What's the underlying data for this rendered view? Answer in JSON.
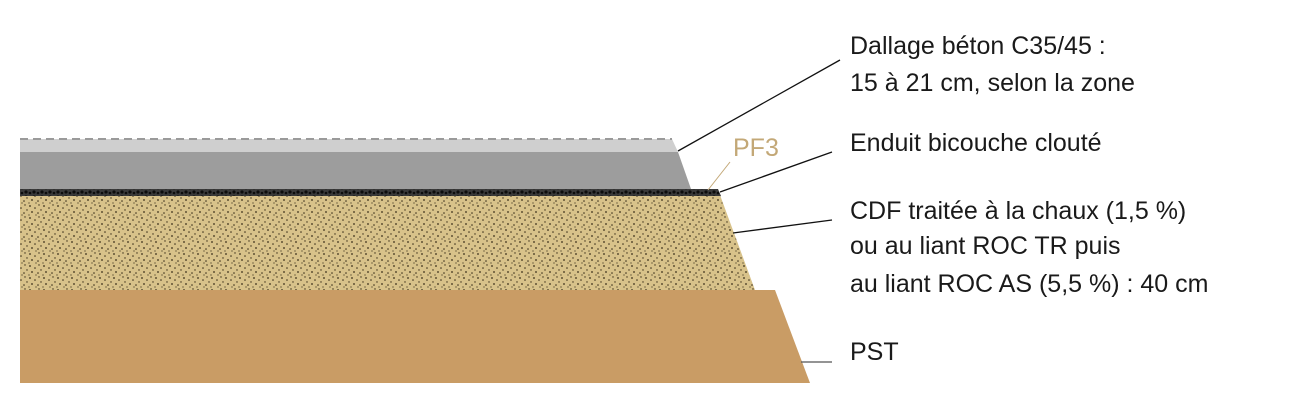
{
  "labels": {
    "dallage": [
      "Dallage béton C35/45 :",
      "15 à 21 cm, selon la zone"
    ],
    "enduit": "Enduit bicouche clouté",
    "cdf": [
      "CDF traitée à la chaux (1,5 %)",
      "ou au liant ROC TR puis",
      "au liant ROC AS (5,5 %) : 40 cm"
    ],
    "pst": "PST",
    "pf3": "PF3"
  },
  "colors": {
    "dallage_top": "#cfcfcf",
    "dallage": "#9d9d9d",
    "enduit": "#222222",
    "cdf": "#d8c28a",
    "pst": "#c99c65",
    "pf3": "#c3a877"
  }
}
